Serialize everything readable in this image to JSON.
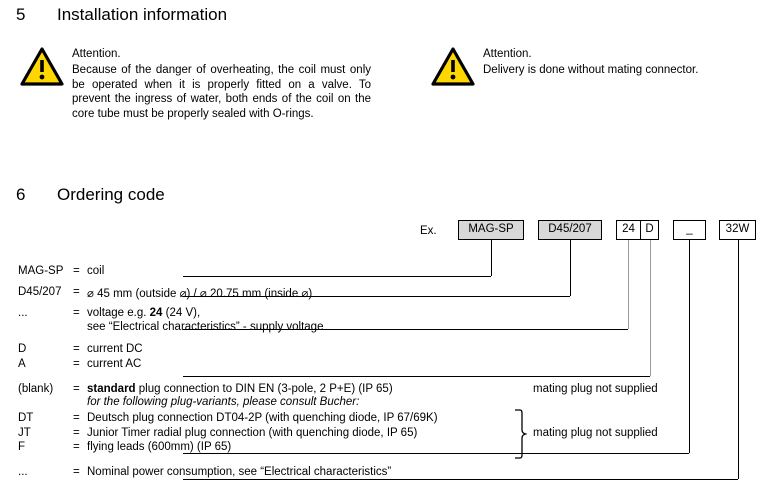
{
  "sections": [
    {
      "number": "5",
      "title": "Installation information"
    },
    {
      "number": "6",
      "title": "Ordering code"
    }
  ],
  "warnings": [
    {
      "icon": "warning-triangle-icon",
      "heading": "Attention.",
      "body": "Because of the danger of overheating, the coil must only be operated when it is properly fitted on a valve. To prevent the ingress of water, both ends of the coil on the core tube must be properly sealed with O-rings."
    },
    {
      "icon": "warning-triangle-icon",
      "heading": "Attention.",
      "body": "Delivery is done without mating connector."
    }
  ],
  "ordering_code": {
    "example_label": "Ex.",
    "boxes": [
      {
        "text": "MAG-SP",
        "fill": "#d8d8d8"
      },
      {
        "text": "D45/207",
        "fill": "#d8d8d8"
      },
      {
        "text": "24",
        "fill": "#ffffff"
      },
      {
        "text": "D",
        "fill": "#ffffff"
      },
      {
        "text": "_",
        "fill": "#ffffff"
      },
      {
        "text": "32W",
        "fill": "#ffffff"
      }
    ],
    "rows": [
      {
        "key": "MAG-SP",
        "eq": "=",
        "value": "coil"
      },
      {
        "key": "D45/207",
        "eq": "=",
        "value": "⌀ 45 mm (outside ⌀) / ⌀ 20.75 mm (inside ⌀)"
      },
      {
        "key": "...",
        "eq": "=",
        "value_pre": "voltage e.g. ",
        "value_bold": "24",
        "value_post": " (24 V),"
      },
      {
        "key": "",
        "eq": "",
        "value": "see “Electrical characteristics” - supply voltage"
      },
      {
        "key": "D",
        "eq": "=",
        "value": "current  DC"
      },
      {
        "key": "A",
        "eq": "=",
        "value": "current  AC"
      },
      {
        "key": "(blank)",
        "eq": "=",
        "value_bold": "standard",
        "value_post": " plug connection to DIN EN (3-pole, 2 P+E) (IP 65)",
        "note": "mating plug not supplied"
      },
      {
        "key": "",
        "eq": "",
        "value": "for the following plug-variants, please consult Bucher:"
      },
      {
        "key": "DT",
        "eq": "=",
        "value": "Deutsch plug connection DT04-2P (with quenching diode, IP 67/69K)"
      },
      {
        "key": "JT",
        "eq": "=",
        "value": "Junior Timer radial plug connection (with quenching diode, IP 65)",
        "note": "mating plug not supplied"
      },
      {
        "key": "F",
        "eq": "=",
        "value": "flying leads (600mm) (IP 65)"
      },
      {
        "key": "...",
        "eq": "=",
        "value": "Nominal power consumption, see “Electrical characteristics”"
      }
    ]
  },
  "colors": {
    "warning_fill": "#ffd700",
    "box_grey": "#d8d8d8",
    "line": "#000000",
    "line_grey": "#9a9a9a"
  }
}
